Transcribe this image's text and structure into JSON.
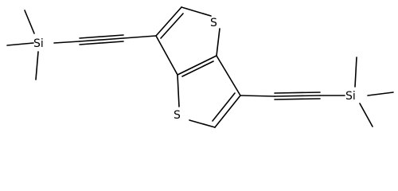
{
  "structure": {
    "atoms": {
      "si_left": "Si",
      "si_right": "Si",
      "s_top": "S",
      "s_bottom": "S"
    },
    "colors": {
      "stroke": "#000000",
      "background": "#ffffff"
    }
  }
}
